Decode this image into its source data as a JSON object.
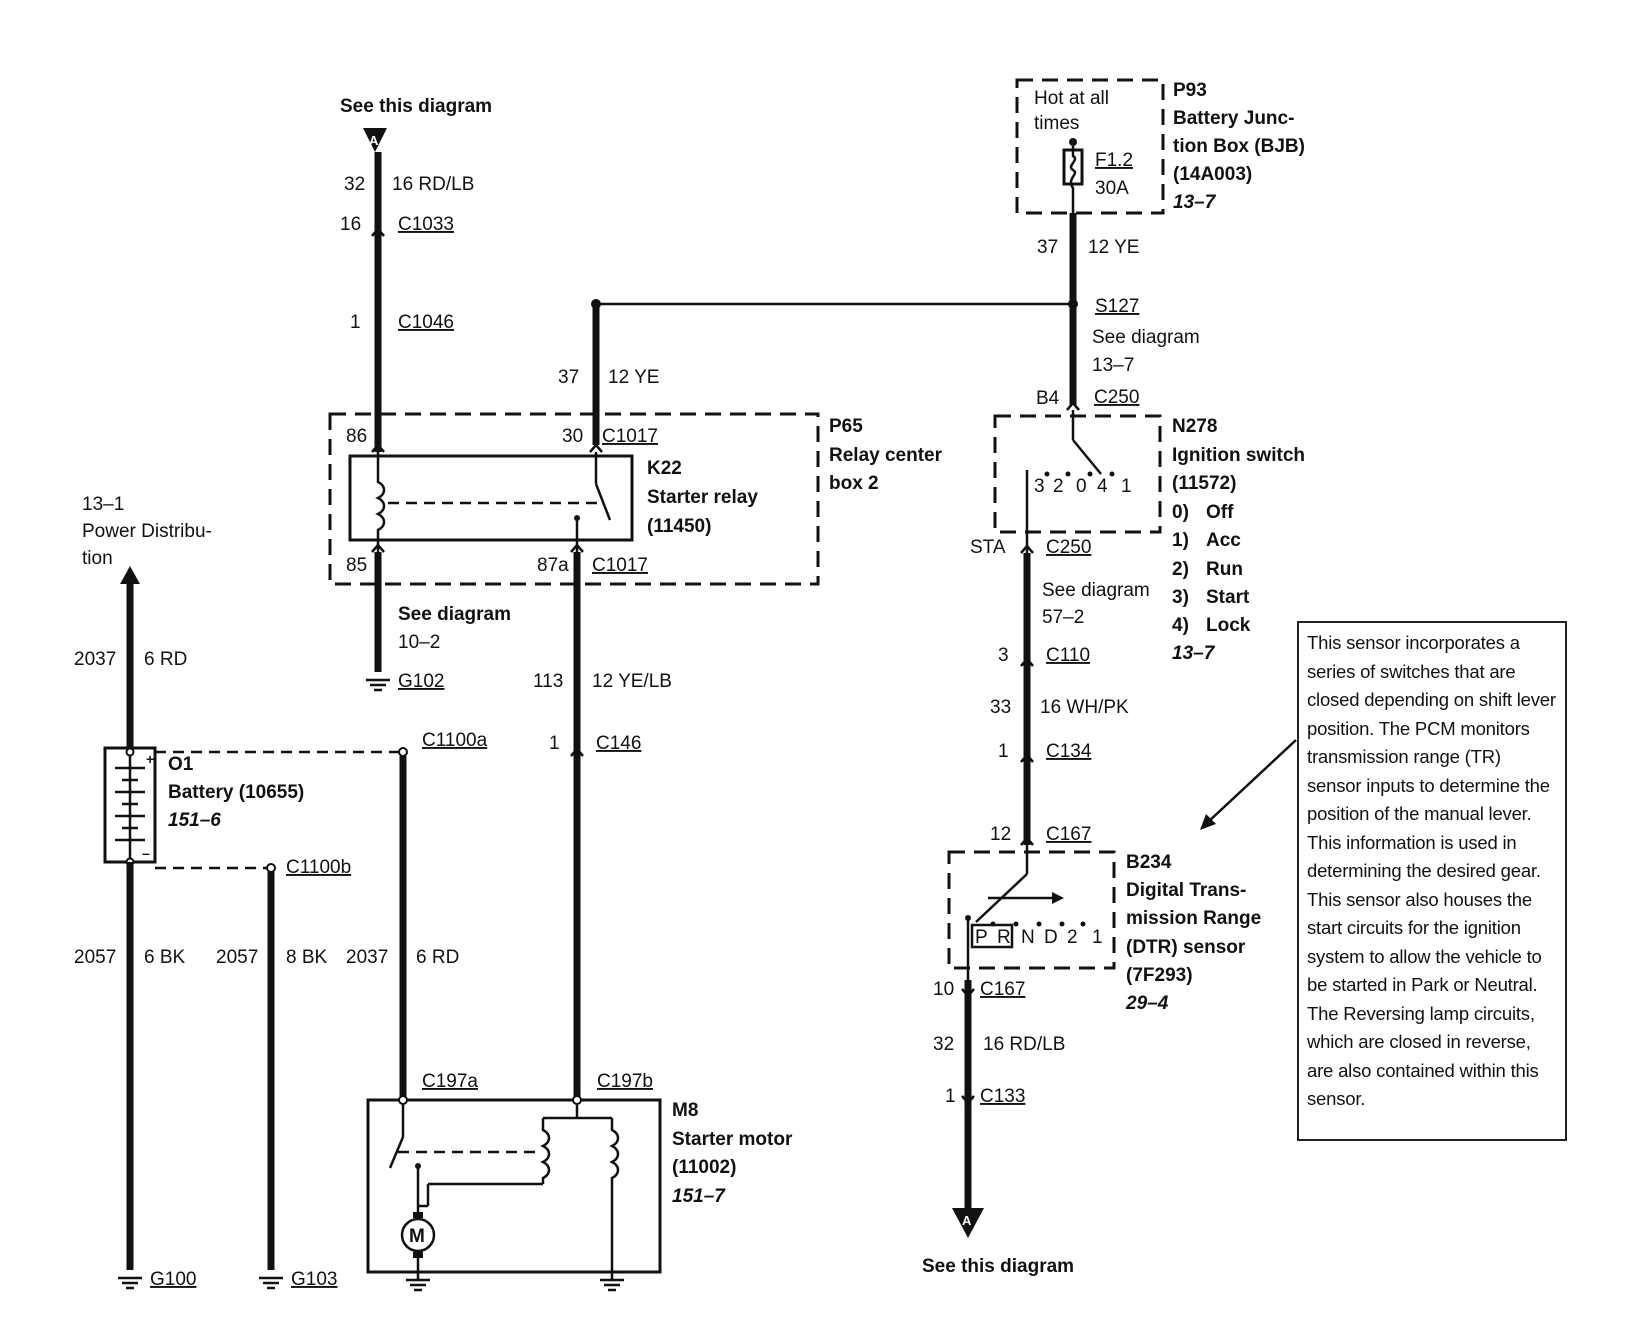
{
  "refs": {
    "top_ref": "See this diagram",
    "bottom_ref": "See this diagram",
    "connector_letter": "A"
  },
  "wires": {
    "w32_top": {
      "circuit": "32",
      "gauge": "16 RD/LB"
    },
    "w37_bjb": {
      "circuit": "37",
      "gauge": "12 YE"
    },
    "w37_relay": {
      "circuit": "37",
      "gauge": "12 YE"
    },
    "w2037_main": {
      "circuit": "2037",
      "gauge": "6 RD"
    },
    "w113": {
      "circuit": "113",
      "gauge": "12 YE/LB"
    },
    "w33": {
      "circuit": "33",
      "gauge": "16 WH/PK"
    },
    "w2057_a": {
      "circuit": "2057",
      "gauge": "6 BK"
    },
    "w2057_b": {
      "circuit": "2057",
      "gauge": "8 BK"
    },
    "w2037_starter": {
      "circuit": "2037",
      "gauge": "6 RD"
    },
    "w32_bottom": {
      "circuit": "32",
      "gauge": "16 RD/LB"
    }
  },
  "connectors": {
    "c1033": {
      "pin": "16",
      "name": "C1033"
    },
    "c1046": {
      "pin": "1",
      "name": "C1046"
    },
    "c1017_top": {
      "pin_left": "86",
      "pin_right": "30",
      "name": "C1017"
    },
    "c1017_bottom": {
      "pin_left": "85",
      "pin_right": "87a",
      "name": "C1017"
    },
    "c250_top": {
      "pin": "B4",
      "name": "C250"
    },
    "c250_bottom": {
      "pin": "STA",
      "name": "C250"
    },
    "c110": {
      "pin": "3",
      "name": "C110"
    },
    "c134": {
      "pin": "1",
      "name": "C134"
    },
    "c167_top": {
      "pin": "12",
      "name": "C167"
    },
    "c167_bottom": {
      "pin": "10",
      "name": "C167"
    },
    "c133": {
      "pin": "1",
      "name": "C133"
    },
    "c146": {
      "pin": "1",
      "name": "C146"
    },
    "c1100a": "C1100a",
    "c1100b": "C1100b",
    "c197a": "C197a",
    "c197b": "C197b"
  },
  "splice": {
    "name": "S127",
    "see1": "See diagram",
    "see2": "13–7"
  },
  "grounds": {
    "g102": "G102",
    "g100": "G100",
    "g103": "G103"
  },
  "see_diagrams": {
    "relay_ground": {
      "line1": "See diagram",
      "line2": "10–2"
    },
    "ignition": {
      "line1": "See diagram",
      "line2": "57–2"
    }
  },
  "components": {
    "bjb": {
      "hot_line1": "Hot at all",
      "hot_line2": "times",
      "fuse_name": "F1.2",
      "fuse_rating": "30A",
      "id": "P93",
      "name1": "Battery Junc-",
      "name2": "tion Box (BJB)",
      "part": "(14A003)",
      "page": "13–7"
    },
    "relay_box": {
      "id": "P65",
      "name1": "Relay center",
      "name2": "box 2"
    },
    "relay": {
      "id": "K22",
      "name": "Starter relay",
      "part": "(11450)"
    },
    "ignition": {
      "id": "N278",
      "name": "Ignition switch",
      "part": "(11572)",
      "positions": [
        "0)",
        "1)",
        "2)",
        "3)",
        "4)"
      ],
      "position_names": [
        "Off",
        "Acc",
        "Run",
        "Start",
        "Lock"
      ],
      "page": "13–7",
      "contacts": [
        "3",
        "2",
        "0",
        "4",
        "1"
      ]
    },
    "dtr": {
      "id": "B234",
      "name1": "Digital Trans-",
      "name2": "mission Range",
      "name3": "(DTR) sensor",
      "part": "(7F293)",
      "page": "29–4",
      "contacts": [
        "P",
        "R",
        "N",
        "D",
        "2",
        "1"
      ]
    },
    "battery": {
      "id": "O1",
      "name": "Battery (10655)",
      "page": "151–6",
      "plus": "+",
      "minus": "–"
    },
    "starter": {
      "id": "M8",
      "name": "Starter motor",
      "part": "(11002)",
      "page": "151–7",
      "motor": "M"
    },
    "power_dist": {
      "line1": "13–1",
      "line2": "Power Distribu-",
      "line3": "tion"
    }
  },
  "note": "This sensor incorporates a series of switches that are closed depending on shift lever position. The PCM monitors transmission range (TR) sensor inputs to determine the position of the manual lever. This information is used in determining the desired gear. This sensor also houses the start circuits for the ignition system to allow the vehicle to be started in Park or Neutral. The Reversing lamp circuits, which are closed in reverse, are also contained within this sensor."
}
